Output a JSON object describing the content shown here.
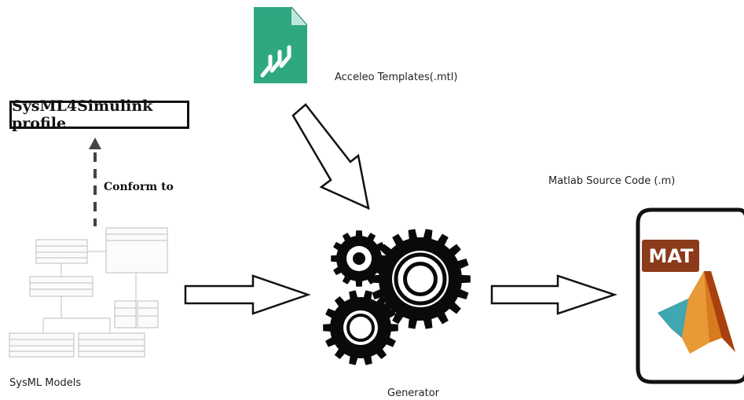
{
  "profile": {
    "title": "SysML4Simulink profile"
  },
  "conform": {
    "label": "Conform to"
  },
  "templates": {
    "label": "Acceleo Templates(.mtl)"
  },
  "models": {
    "label": "SysML Models"
  },
  "generator": {
    "label": "Generator"
  },
  "output": {
    "label": "Matlab Source Code (.m)",
    "badge": "MAT"
  },
  "colors": {
    "template_icon": "#2fa882",
    "mat_badge": "#8b3a1a",
    "arrow_stroke": "#111111"
  }
}
